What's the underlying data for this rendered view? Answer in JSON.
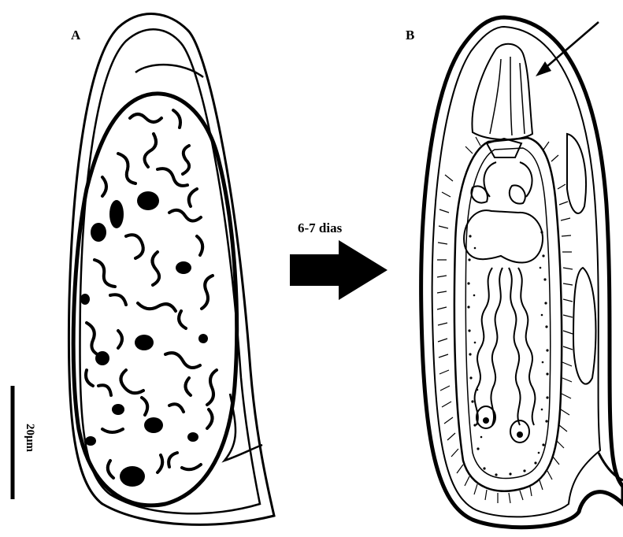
{
  "panel_a": {
    "label": "A"
  },
  "panel_b": {
    "label": "B"
  },
  "transition": {
    "label": "6-7 dias"
  },
  "scale_bar": {
    "label": "20μm"
  },
  "colors": {
    "ink": "#000000",
    "paper": "#ffffff"
  }
}
